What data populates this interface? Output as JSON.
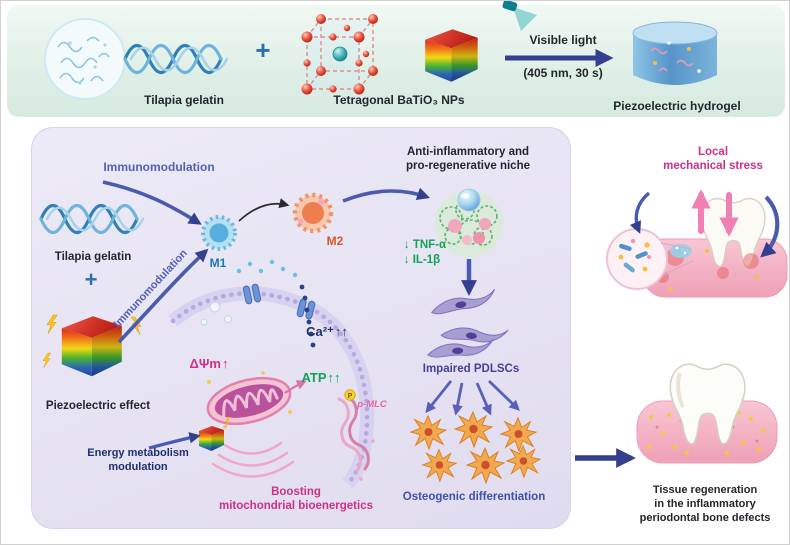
{
  "top_band": {
    "gelatin_label": "Tilapia gelatin",
    "plus": "+",
    "batio3_label": "Tetragonal BaTiO₃ NPs",
    "light_line1": "Visible light",
    "light_line2": "(405 nm, 30 s)",
    "hydrogel_label": "Piezoelectric hydrogel"
  },
  "scheme": {
    "immunomodulation_top": "Immunomodulation",
    "immunomodulation_diagonal": "Immunomodulation",
    "gelatin_label": "Tilapia gelatin",
    "plus": "+",
    "piezo_label": "Piezoelectric effect",
    "m1": "M1",
    "m2": "M2",
    "niche_line1": "Anti-inflammatory and",
    "niche_line2": "pro-regenerative niche",
    "down_arrow": "↓",
    "tnf": "TNF-α",
    "il1b": "IL-1β",
    "pdlscs": "Impaired PDLSCs",
    "osteogenic": "Osteogenic differentiation",
    "mito_potential": "ΔΨm",
    "up_arrow": "↑",
    "double_up": "↑↑",
    "calcium": "Ca²⁺",
    "atp": "ATP",
    "pmlc": "p-MLC",
    "phospho": "P",
    "boosting_line1": "Boosting",
    "boosting_line2": "mitochondrial bioenergetics",
    "energy_line1": "Energy metabolism",
    "energy_line2": "modulation"
  },
  "right_panel": {
    "stress_line1": "Local",
    "stress_line2": "mechanical stress",
    "regen_line1": "Tissue regeneration",
    "regen_line2": "in the inflammatory",
    "regen_line3": "periodontal bone defects"
  },
  "colors": {
    "indigo_arrow": "#34408f",
    "magenta": "#cf2f87",
    "green": "#12a257",
    "navy": "#20306e",
    "pink_arrow": "#f07fb2",
    "box_lavender": "#e7e3f3",
    "band_green": "#ddeee5"
  }
}
